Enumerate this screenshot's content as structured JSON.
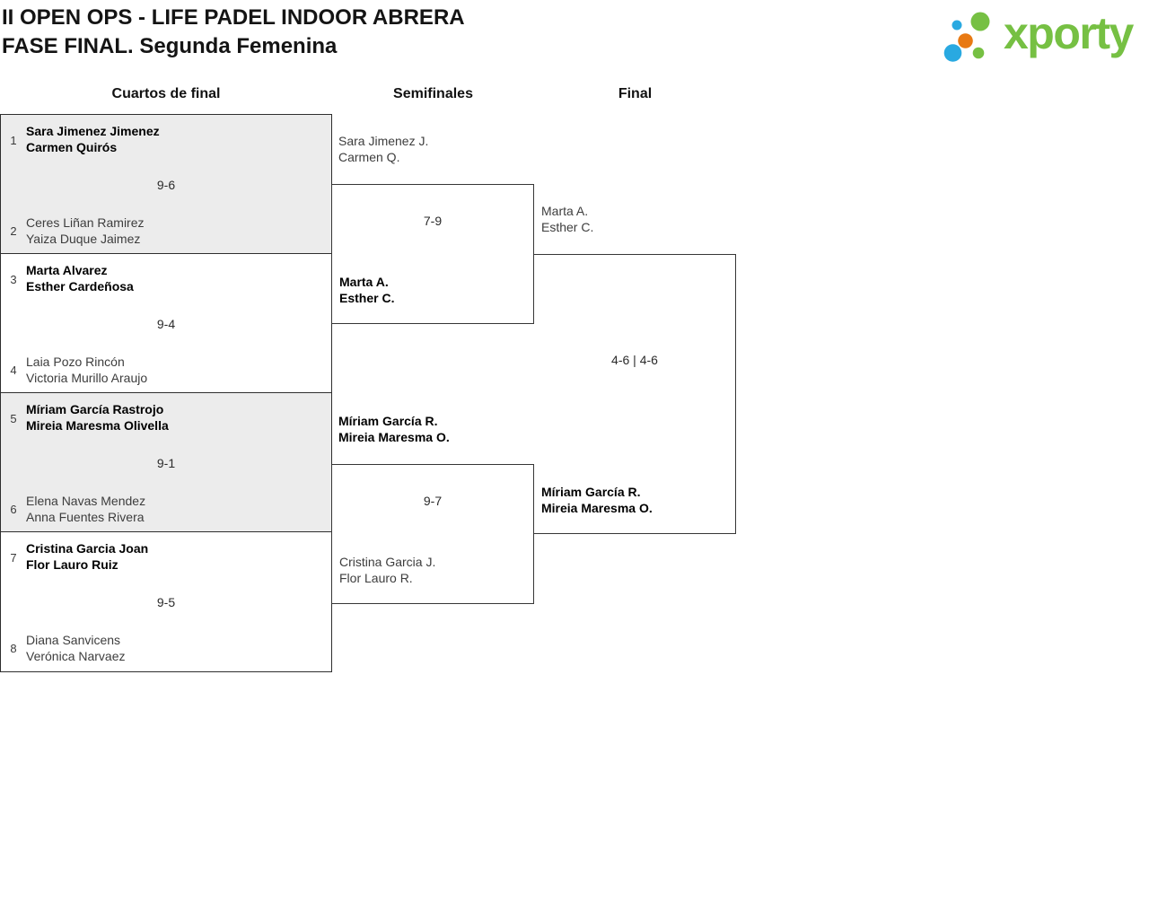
{
  "header": {
    "title_line1": "II OPEN OPS - LIFE PADEL INDOOR ABRERA",
    "title_line2": "FASE FINAL. Segunda Femenina"
  },
  "logo": {
    "brand": "xporty",
    "colors": {
      "green": "#76c043",
      "blue": "#29a9e1",
      "orange": "#e87913"
    }
  },
  "round_headers": {
    "quarterfinals": "Cuartos de final",
    "semifinals": "Semifinales",
    "final": "Final"
  },
  "quarterfinals": [
    {
      "seed_top": "1",
      "team_top": [
        "Sara Jimenez Jimenez",
        "Carmen Quirós"
      ],
      "score": "9-6",
      "seed_bottom": "2",
      "team_bottom": [
        "Ceres Liñan Ramirez",
        "Yaiza Duque Jaimez"
      ],
      "winner": "top"
    },
    {
      "seed_top": "3",
      "team_top": [
        "Marta Alvarez",
        "Esther Cardeñosa"
      ],
      "score": "9-4",
      "seed_bottom": "4",
      "team_bottom": [
        "Laia Pozo Rincón",
        "Victoria Murillo Araujo"
      ],
      "winner": "top"
    },
    {
      "seed_top": "5",
      "team_top": [
        "Míriam García Rastrojo",
        "Mireia Maresma Olivella"
      ],
      "score": "9-1",
      "seed_bottom": "6",
      "team_bottom": [
        "Elena Navas Mendez",
        "Anna Fuentes Rivera"
      ],
      "winner": "top"
    },
    {
      "seed_top": "7",
      "team_top": [
        "Cristina Garcia Joan",
        "Flor Lauro Ruiz"
      ],
      "score": "9-5",
      "seed_bottom": "8",
      "team_bottom": [
        "Diana Sanvicens",
        "Verónica Narvaez"
      ],
      "winner": "top"
    }
  ],
  "semifinals": [
    {
      "team_top": [
        "Sara Jimenez J.",
        "Carmen Q."
      ],
      "score": "7-9",
      "team_bottom": [
        "Marta A.",
        "Esther C."
      ],
      "winner": "bottom"
    },
    {
      "team_top": [
        "Míriam García R.",
        "Mireia Maresma O."
      ],
      "score": "9-7",
      "team_bottom": [
        "Cristina Garcia J.",
        "Flor Lauro R."
      ],
      "winner": "top"
    }
  ],
  "final": {
    "team_top": [
      "Marta A.",
      "Esther C."
    ],
    "score": "4-6 | 4-6",
    "team_bottom": [
      "Míriam García R.",
      "Mireia Maresma O."
    ],
    "winner": "bottom"
  }
}
